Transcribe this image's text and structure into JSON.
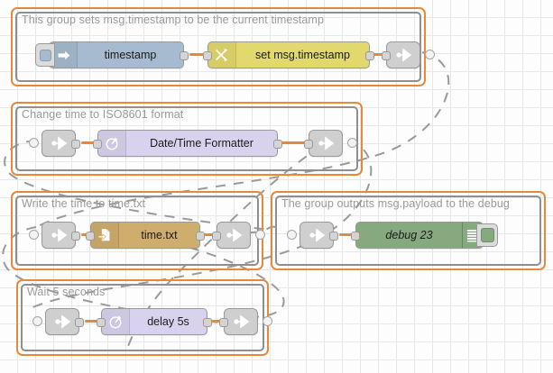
{
  "app": {
    "name": "node-red-flow-editor",
    "canvas": {
      "grid": "20px",
      "background": "#fdfdfd",
      "gridline": "#e8e8e8"
    }
  },
  "colors": {
    "group_border": "#e8883a",
    "group_inner_border": "#8f8f8f",
    "group_label_text": "#9a9a9a",
    "wire": "#e8883a",
    "link_wire_dashed": "#9a9a9a",
    "inject_node": "#a6bbcf",
    "change_node": "#e2d96e",
    "datetime_node": "#d9d2ee",
    "file_node": "#cfae6d",
    "debug_node": "#87a980",
    "link_node": "#cfcfcf",
    "node_border": "#999999",
    "port": "#d4d4d4"
  },
  "groups": [
    {
      "id": "group-timestamp",
      "label": "This group sets msg.timestamp to be the current timestamp",
      "nodes": [
        {
          "id": "inject-timestamp",
          "type": "inject",
          "label": "timestamp",
          "icon": "arrow-right-icon",
          "has_button": true
        },
        {
          "id": "change-timestamp",
          "type": "change",
          "label": "set msg.timestamp",
          "icon": "shuffle-arrows-icon"
        },
        {
          "id": "link-out-1",
          "type": "link-out",
          "label": "",
          "icon": "link-out-icon"
        }
      ]
    },
    {
      "id": "group-iso8601",
      "label": "Change time to ISO8601 format",
      "nodes": [
        {
          "id": "link-in-2",
          "type": "link-in",
          "label": "",
          "icon": "link-in-icon"
        },
        {
          "id": "date-format",
          "type": "datetime",
          "label": "Date/Time Formatter",
          "icon": "stopwatch-icon"
        },
        {
          "id": "link-out-2",
          "type": "link-out",
          "label": "",
          "icon": "link-out-icon"
        }
      ]
    },
    {
      "id": "group-writefile",
      "label": "Write the time to time.txt",
      "nodes": [
        {
          "id": "link-in-3",
          "type": "link-in",
          "label": "",
          "icon": "link-in-icon"
        },
        {
          "id": "file-write",
          "type": "file",
          "label": "time.txt",
          "icon": "file-arrow-icon"
        },
        {
          "id": "link-out-3",
          "type": "link-out",
          "label": "",
          "icon": "link-out-icon"
        }
      ]
    },
    {
      "id": "group-debug",
      "label": "The group outputs msg.payload to the debug",
      "nodes": [
        {
          "id": "link-in-4",
          "type": "link-in",
          "label": "",
          "icon": "link-in-icon"
        },
        {
          "id": "debug-23",
          "type": "debug",
          "label": "debug 23",
          "icon": "debug-lines-icon",
          "has_button": true
        }
      ]
    },
    {
      "id": "group-delay",
      "label": "Wait 5 seconds",
      "nodes": [
        {
          "id": "link-in-5",
          "type": "link-in",
          "label": "",
          "icon": "link-in-icon"
        },
        {
          "id": "delay-5s",
          "type": "datetime",
          "label": "delay 5s",
          "icon": "stopwatch-icon"
        },
        {
          "id": "link-out-5",
          "type": "link-out",
          "label": "",
          "icon": "link-out-icon"
        }
      ]
    }
  ]
}
